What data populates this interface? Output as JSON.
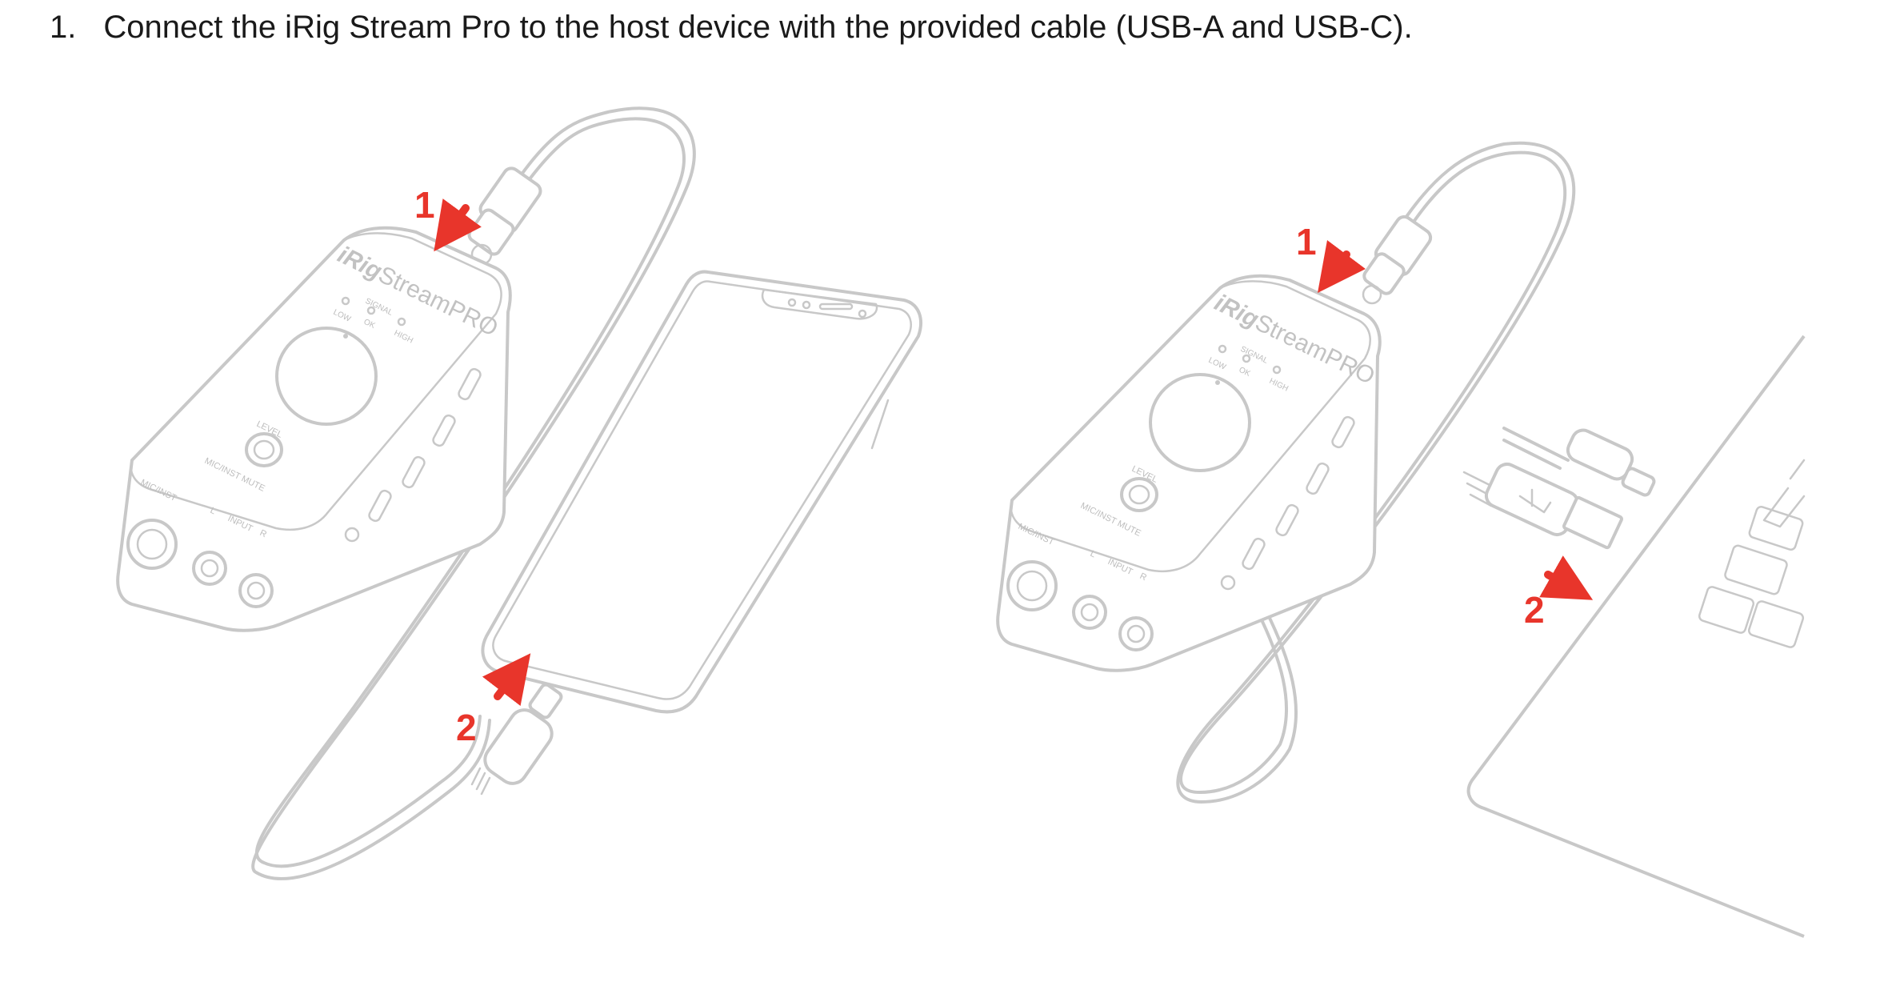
{
  "instruction": {
    "number": "1.",
    "text": "Connect the iRig Stream Pro to the host device with the provided cable (USB-A and USB-C)."
  },
  "device": {
    "brand_bold": "iRig",
    "brand_light": "Stream",
    "brand_suffix": "PRO",
    "signal_label": "SIGNAL",
    "signal_low": "LOW",
    "signal_ok": "OK",
    "signal_high": "HIGH",
    "level_label": "LEVEL",
    "mute_label": "MIC/INST MUTE",
    "input_label": "MIC/INST",
    "input_l": "L",
    "input_text": "INPUT",
    "input_r": "R"
  },
  "callouts": {
    "left_step_1": "1",
    "left_step_2": "2",
    "right_step_1": "1",
    "right_step_2": "2"
  },
  "colors": {
    "accent": "#e8352b",
    "line": "#c8c8c8",
    "text": "#1a1a1a"
  }
}
